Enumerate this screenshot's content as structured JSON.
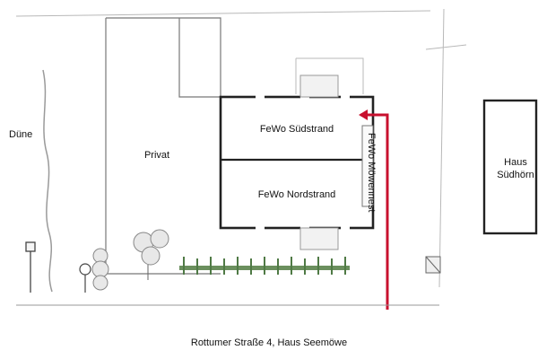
{
  "labels": {
    "dune": "Düne",
    "private": "Privat",
    "south_unit": "FeWo Südstrand",
    "north_unit": "FeWo Nordstrand",
    "gull_unit": "FeWo Möwennest",
    "neighbor_line1": "Haus",
    "neighbor_line2": "Südhörn",
    "address": "Rottumer Straße 4, Haus Seemöwe"
  },
  "colors": {
    "line": "#222222",
    "sketch": "#8a8a8a",
    "arrow": "#c8102e",
    "hedge": "#4f7a45"
  },
  "icons": [
    "street-lamp-icon",
    "bicycle-sign-icon",
    "bush-icon",
    "fence-icon",
    "mailbox-icon",
    "arrow-icon"
  ]
}
